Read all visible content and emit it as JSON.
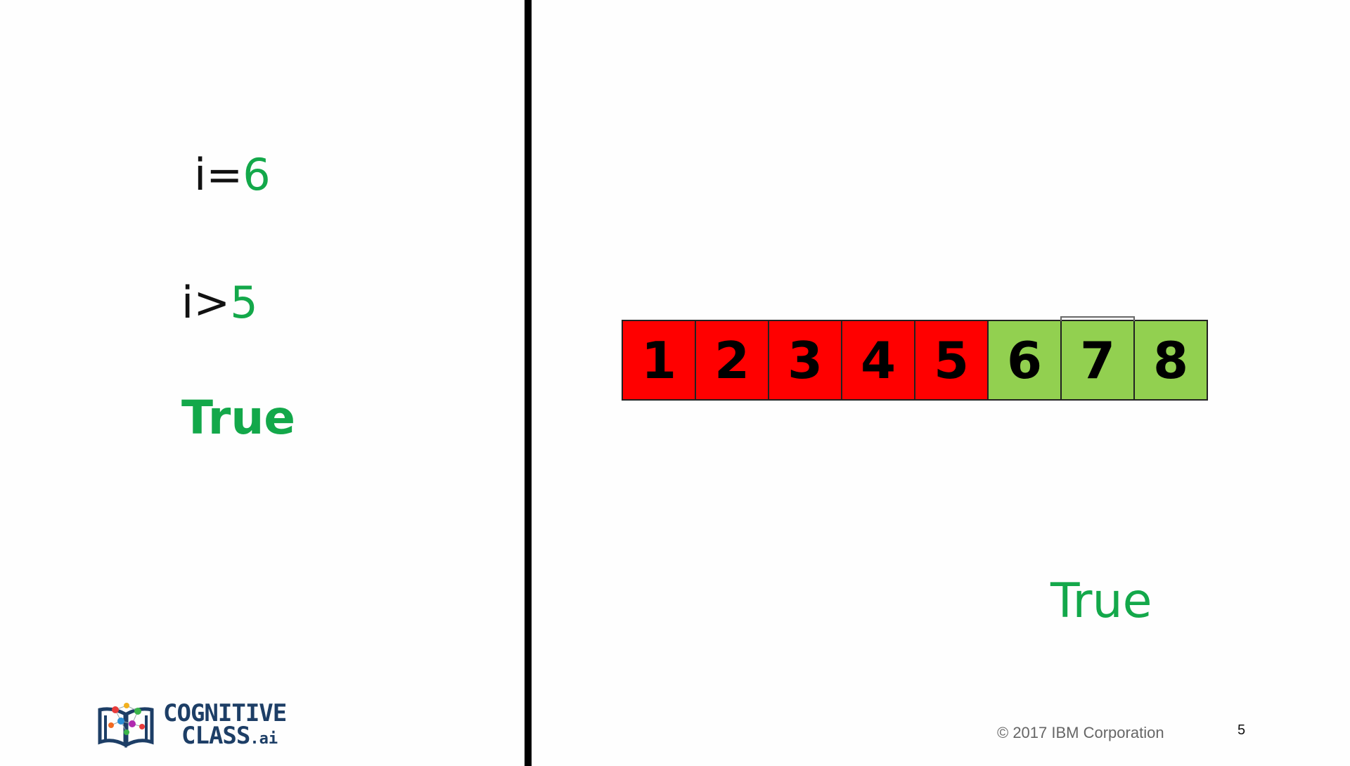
{
  "left_panel": {
    "assignment": {
      "var": "i=",
      "value": "6"
    },
    "comparison": {
      "var": "i>",
      "value": "5"
    },
    "result": "True"
  },
  "right_panel": {
    "array": [
      {
        "label": "1",
        "color": "#ff0000"
      },
      {
        "label": "2",
        "color": "#ff0000"
      },
      {
        "label": "3",
        "color": "#ff0000"
      },
      {
        "label": "4",
        "color": "#ff0000"
      },
      {
        "label": "5",
        "color": "#ff0000"
      },
      {
        "label": "6",
        "color": "#92d050"
      },
      {
        "label": "7",
        "color": "#92d050",
        "highlighted": true
      },
      {
        "label": "8",
        "color": "#92d050"
      }
    ],
    "result": "True"
  },
  "footer": {
    "logo": {
      "line1": "COGNITIVE",
      "line2": "CLASS",
      "suffix": ".ai"
    },
    "copyright": "© 2017 IBM Corporation",
    "page_number": "5"
  },
  "colors": {
    "accent_green": "#13a84a",
    "false_red": "#ff0000",
    "true_green": "#92d050",
    "logo_blue": "#1d3e66"
  }
}
